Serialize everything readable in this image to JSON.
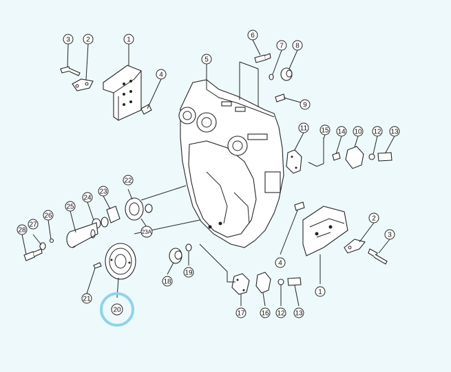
{
  "diagram": {
    "callouts": [
      {
        "id": "c1a",
        "label": "1"
      },
      {
        "id": "c2a",
        "label": "2"
      },
      {
        "id": "c3a",
        "label": "3"
      },
      {
        "id": "c4a",
        "label": "4"
      },
      {
        "id": "c5",
        "label": "5"
      },
      {
        "id": "c6",
        "label": "6"
      },
      {
        "id": "c7",
        "label": "7"
      },
      {
        "id": "c8",
        "label": "8"
      },
      {
        "id": "c9",
        "label": "9"
      },
      {
        "id": "c11",
        "label": "11"
      },
      {
        "id": "c15",
        "label": "15"
      },
      {
        "id": "c14",
        "label": "14"
      },
      {
        "id": "c10",
        "label": "10"
      },
      {
        "id": "c12a",
        "label": "12"
      },
      {
        "id": "c13a",
        "label": "13"
      },
      {
        "id": "c22",
        "label": "22"
      },
      {
        "id": "c23",
        "label": "23"
      },
      {
        "id": "c24",
        "label": "24"
      },
      {
        "id": "c25",
        "label": "25"
      },
      {
        "id": "c26",
        "label": "26"
      },
      {
        "id": "c28",
        "label": "28"
      },
      {
        "id": "c27",
        "label": "27"
      },
      {
        "id": "c23a",
        "label": "23A"
      },
      {
        "id": "c21",
        "label": "21"
      },
      {
        "id": "c20",
        "label": "20"
      },
      {
        "id": "c18",
        "label": "18"
      },
      {
        "id": "c19",
        "label": "19"
      },
      {
        "id": "c17",
        "label": "17"
      },
      {
        "id": "c16",
        "label": "16"
      },
      {
        "id": "c12b",
        "label": "12"
      },
      {
        "id": "c13b",
        "label": "13"
      },
      {
        "id": "c4b",
        "label": "4"
      },
      {
        "id": "c2b",
        "label": "2"
      },
      {
        "id": "c3b",
        "label": "3"
      },
      {
        "id": "c1b",
        "label": "1"
      }
    ],
    "highlighted_part": "20",
    "colors": {
      "background": "#eef9fb",
      "line": "#222222",
      "highlight": "#8fd3ea"
    }
  }
}
